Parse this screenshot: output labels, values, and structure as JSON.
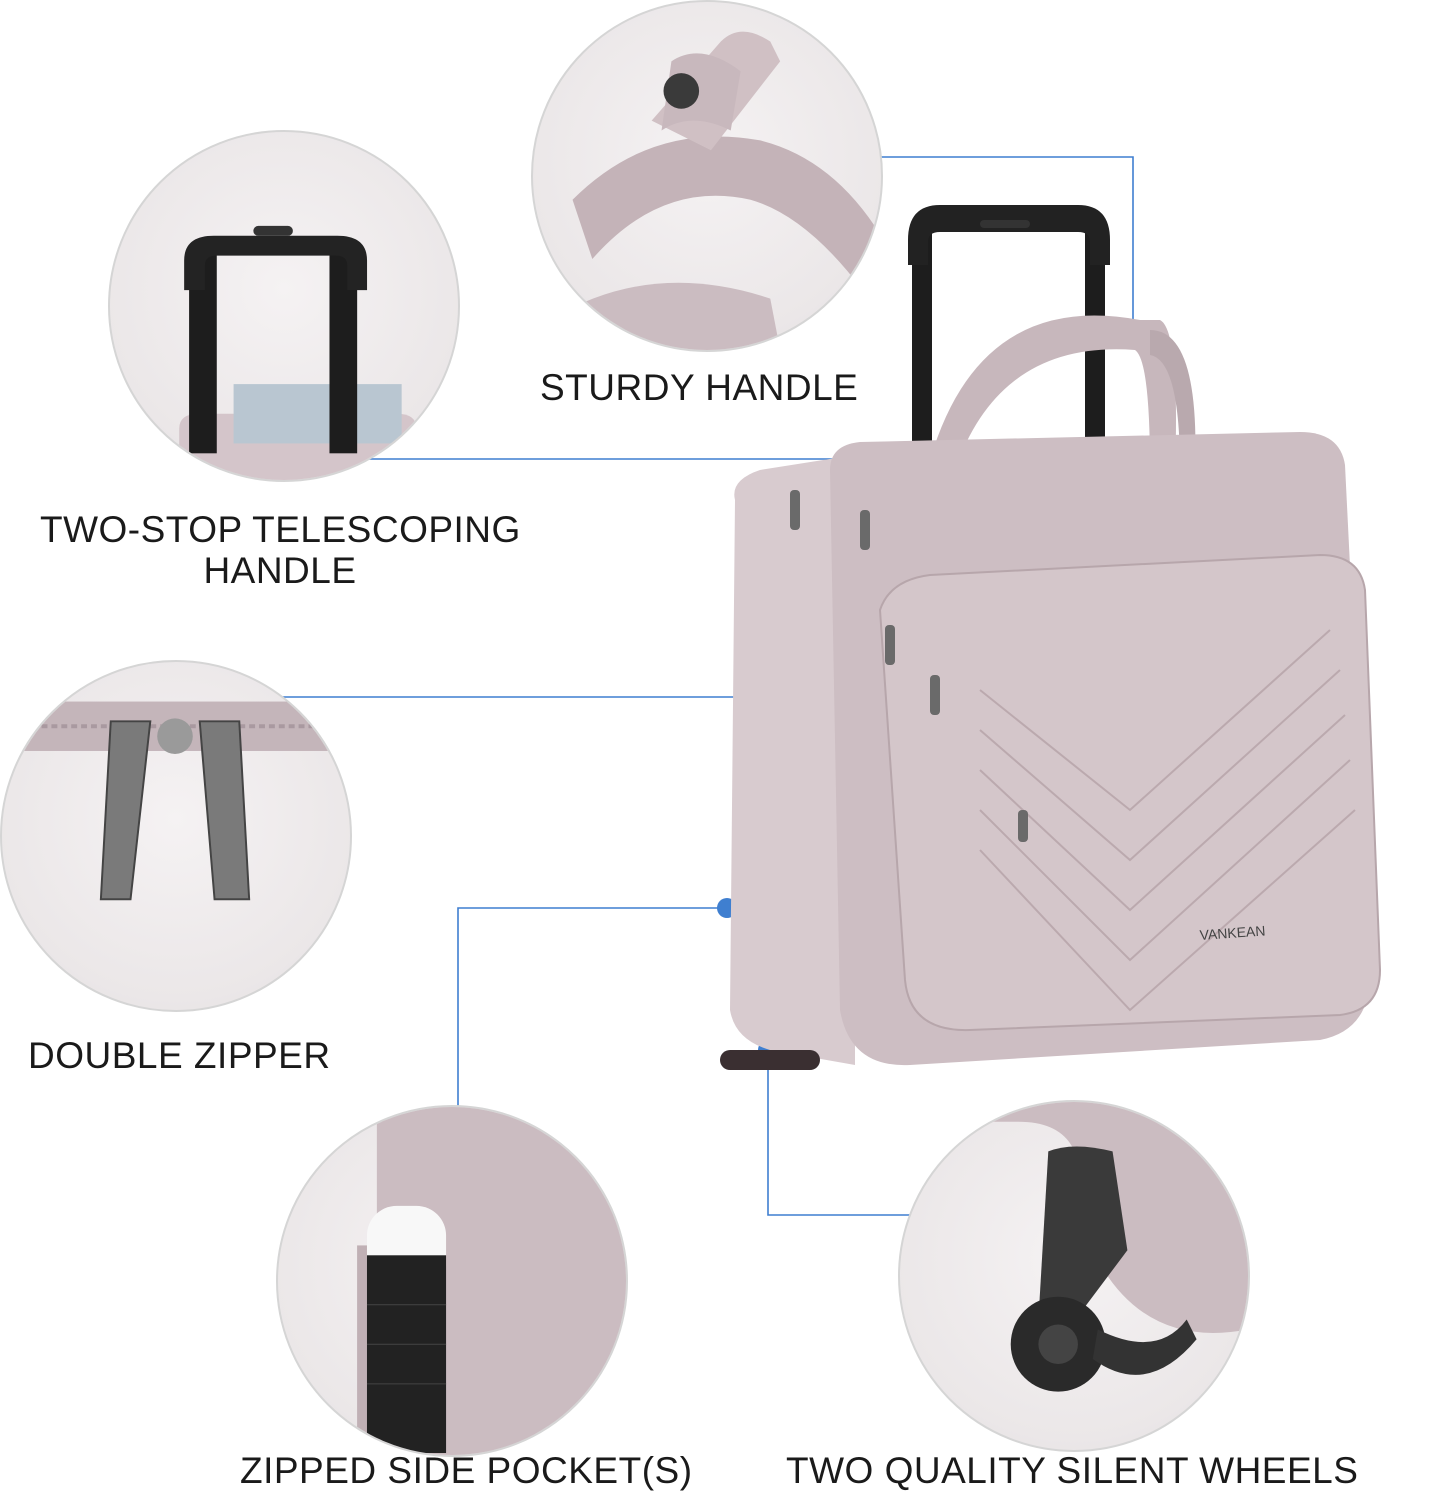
{
  "accent_color": "#3f7fd0",
  "product_color": "#cbbcc1",
  "brand_mark": "VANKEAN",
  "features": {
    "sturdy_handle": {
      "label": "STURDY HANDLE",
      "icon": "shoulder-strap-closeup"
    },
    "telescoping_handle": {
      "label_line1": "TWO-STOP TELESCOPING",
      "label_line2": "HANDLE",
      "icon": "telescoping-handle-closeup"
    },
    "double_zipper": {
      "label": "DOUBLE ZIPPER",
      "icon": "zipper-pulls-closeup"
    },
    "side_pocket": {
      "label": "ZIPPED SIDE POCKET(S)",
      "icon": "water-bottle-pocket-closeup"
    },
    "wheels": {
      "label": "TWO QUALITY SILENT WHEELS",
      "icon": "wheel-closeup"
    }
  }
}
